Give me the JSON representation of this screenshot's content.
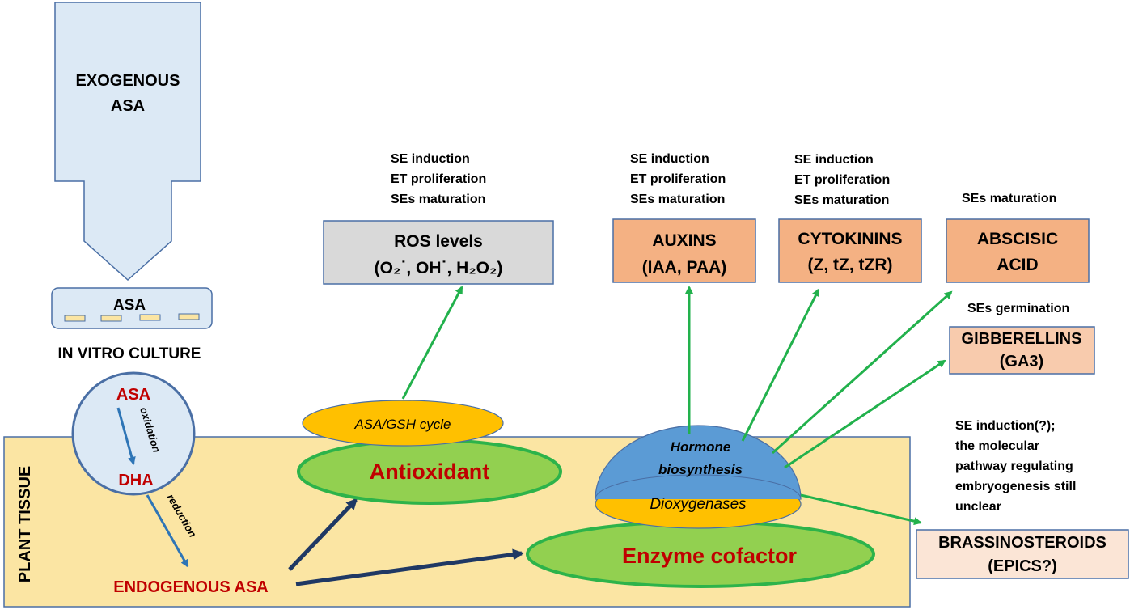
{
  "exogenous": {
    "line1": "EXOGENOUS",
    "line2": "ASA"
  },
  "culture": {
    "dish_label": "ASA",
    "caption": "IN VITRO CULTURE"
  },
  "plant_tissue": "PLANT TISSUE",
  "cell": {
    "asa": "ASA",
    "dha": "DHA",
    "oxidation": "oxidation",
    "reduction": "reduction"
  },
  "endogenous": "ENDOGENOUS ASA",
  "antioxidant": {
    "cycle": "ASA/GSH cycle",
    "label": "Antioxidant"
  },
  "enzyme": {
    "label": "Enzyme cofactor",
    "hormone_line1": "Hormone",
    "hormone_line2": "biosynthesis",
    "dioxygenases": "Dioxygenases"
  },
  "ros": {
    "title": "ROS levels",
    "formula": "(O₂˙, OH˙, H₂O₂)",
    "effects": [
      "SE induction",
      "ET proliferation",
      "SEs maturation"
    ]
  },
  "auxins": {
    "title": "AUXINS",
    "sub": "(IAA, PAA)",
    "effects": [
      "SE induction",
      "ET proliferation",
      "SEs maturation"
    ]
  },
  "cytokinins": {
    "title": "CYTOKININS",
    "sub": "(Z, tZ, tZR)",
    "effects": [
      "SE induction",
      "ET proliferation",
      "SEs maturation"
    ]
  },
  "abscisic": {
    "title1": "ABSCISIC",
    "title2": "ACID",
    "effect": "SEs maturation"
  },
  "gibberellins": {
    "title": "GIBBERELLINS",
    "sub": "(GA3)",
    "effect": "SEs germination"
  },
  "brassinosteroids": {
    "title": "BRASSINOSTEROIDS",
    "sub": "(EPICS?)",
    "note": [
      "SE induction(?);",
      "the molecular",
      "pathway regulating",
      "embryogenesis still",
      "unclear"
    ]
  },
  "colors": {
    "exogenous_fill": "#dce9f5",
    "outline_blue": "#4a6fa5",
    "tissue_fill": "#fbe5a3",
    "ellipse_green": "#92d050",
    "ellipse_green_border": "#2db34a",
    "cycle_yellow": "#ffc000",
    "hormone_blue": "#5b9bd5",
    "box_orange": "#f4b183",
    "box_light_orange": "#f8cbad",
    "box_peach": "#fbe5d6",
    "box_gray": "#d9d9d9",
    "arrow_green": "#22b14c",
    "arrow_navy": "#1f3864",
    "arrow_blue": "#2e75b6",
    "text_red": "#c00000"
  }
}
